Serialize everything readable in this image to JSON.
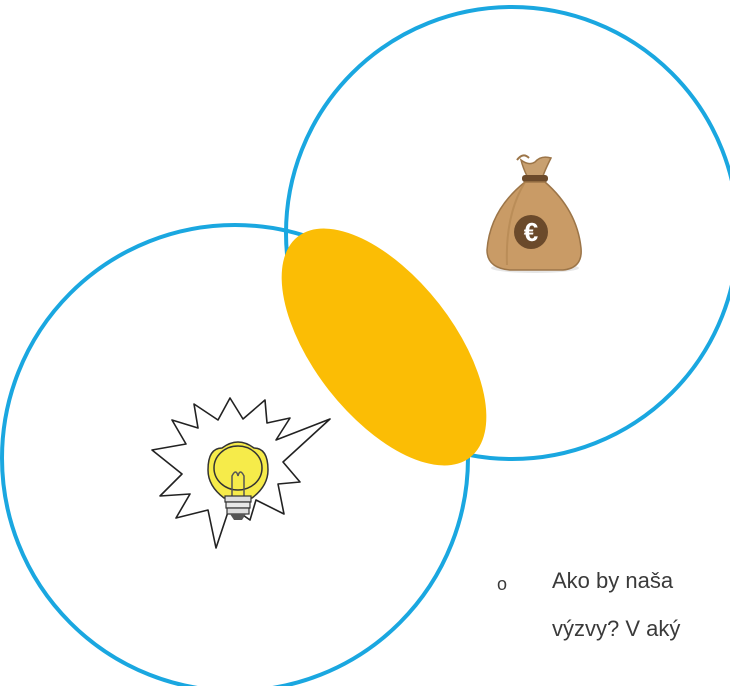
{
  "diagram": {
    "circle_stroke_color": "#1aa7e0",
    "overlap_fill_color": "#fbbd05",
    "money_bag_symbol": "€",
    "icons": [
      "money-bag-icon",
      "lightbulb-icon"
    ]
  },
  "bullet": {
    "marker": "o",
    "line1": "Ako by naša",
    "line2": "výzvy? V aký"
  }
}
